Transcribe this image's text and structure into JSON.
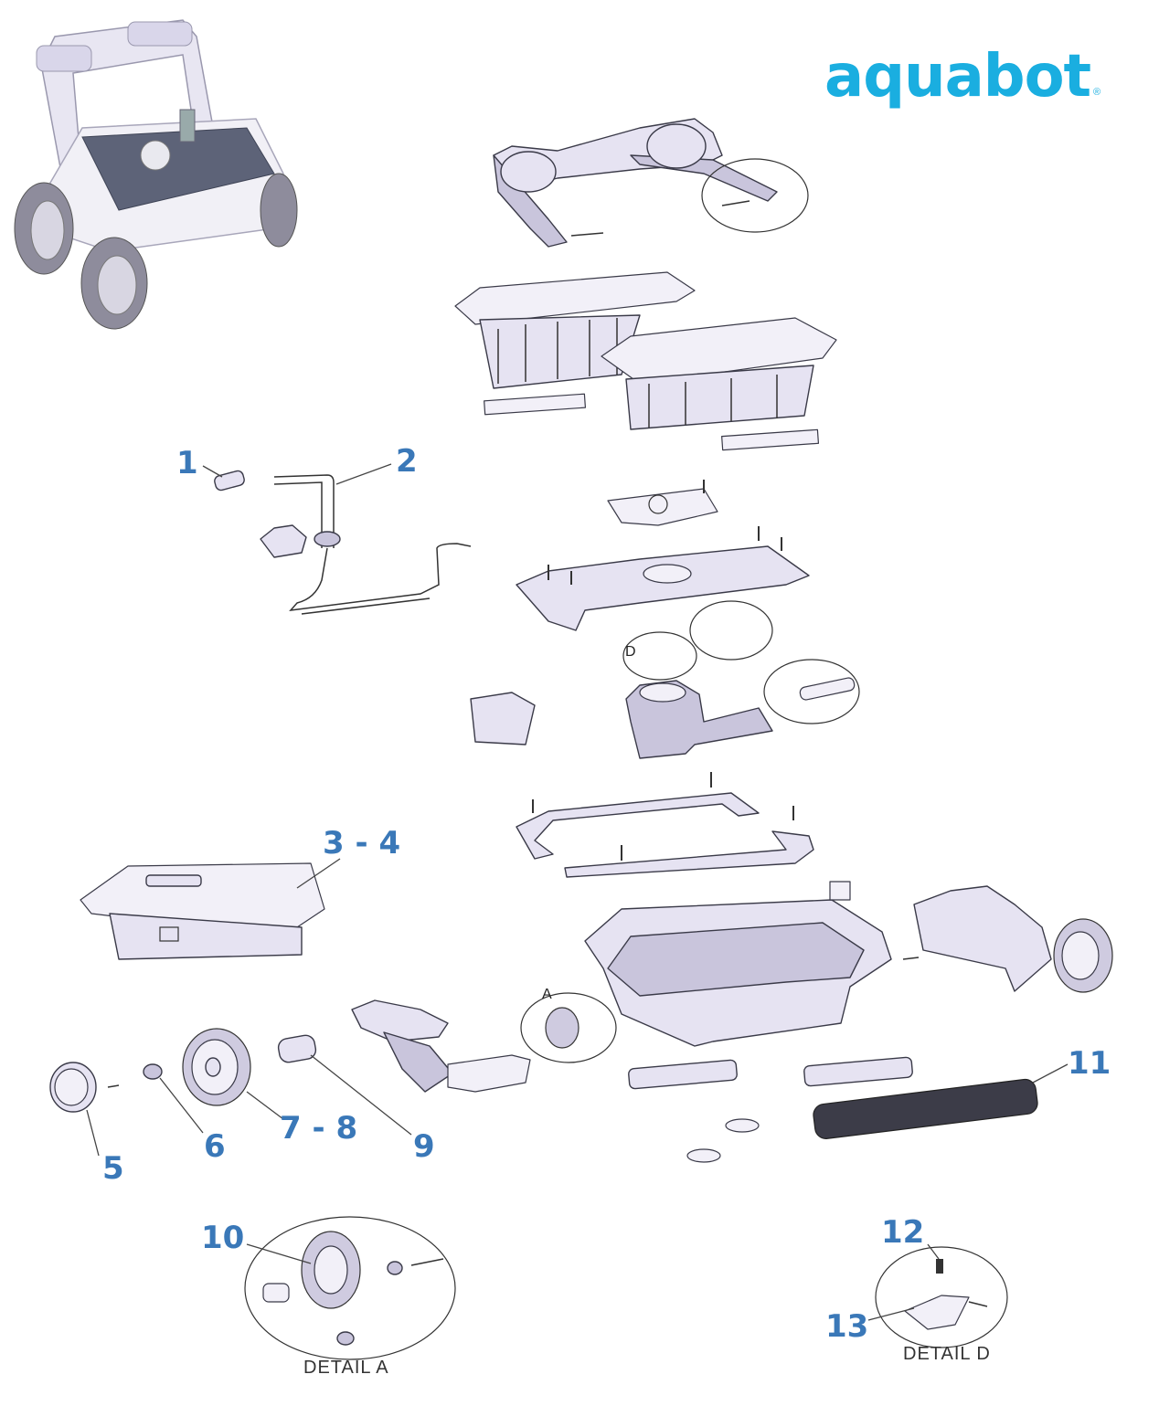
{
  "brand": {
    "logo_text": "aquabot",
    "logo_mark": "®",
    "color": "#1aaee0"
  },
  "callout_color": "#3a78b8",
  "callouts": {
    "c1": "1",
    "c2": "2",
    "c3_4": "3 - 4",
    "c5": "5",
    "c6": "6",
    "c7_8": "7 - 8",
    "c9": "9",
    "c10": "10",
    "c11": "11",
    "c12": "12",
    "c13": "13"
  },
  "details": {
    "a_label": "DETAIL A",
    "d_label": "DETAIL D",
    "a_marker": "A",
    "d_marker": "D"
  }
}
